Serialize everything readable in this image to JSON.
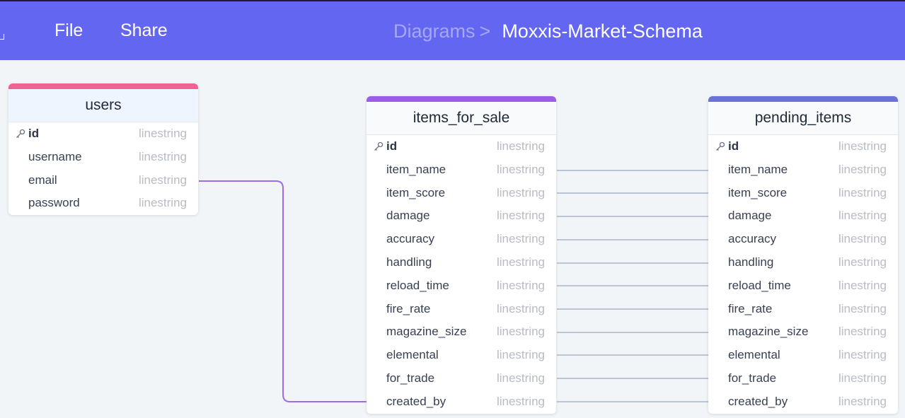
{
  "app": {
    "menu": [
      {
        "label": "File",
        "icon": "file-menu"
      },
      {
        "label": "Share",
        "icon": "share-menu"
      }
    ],
    "breadcrumb": {
      "parent": "Diagrams",
      "separator": ">",
      "current": "Moxxis-Market-Schema"
    }
  },
  "colors": {
    "topbar": "#6366f1",
    "users_accent": "#f06292",
    "items_for_sale_accent": "#9b5de5",
    "pending_items_accent": "#6b72d6",
    "relation_purple": "#9b6ee8",
    "relation_gray": "#9ca8c2"
  },
  "tables": [
    {
      "name": "users",
      "columns": [
        {
          "name": "id",
          "type": "linestring",
          "pk": true
        },
        {
          "name": "username",
          "type": "linestring"
        },
        {
          "name": "email",
          "type": "linestring"
        },
        {
          "name": "password",
          "type": "linestring"
        }
      ]
    },
    {
      "name": "items_for_sale",
      "columns": [
        {
          "name": "id",
          "type": "linestring",
          "pk": true
        },
        {
          "name": "item_name",
          "type": "linestring"
        },
        {
          "name": "item_score",
          "type": "linestring"
        },
        {
          "name": "damage",
          "type": "linestring"
        },
        {
          "name": "accuracy",
          "type": "linestring"
        },
        {
          "name": "handling",
          "type": "linestring"
        },
        {
          "name": "reload_time",
          "type": "linestring"
        },
        {
          "name": "fire_rate",
          "type": "linestring"
        },
        {
          "name": "magazine_size",
          "type": "linestring"
        },
        {
          "name": "elemental",
          "type": "linestring"
        },
        {
          "name": "for_trade",
          "type": "linestring"
        },
        {
          "name": "created_by",
          "type": "linestring"
        }
      ]
    },
    {
      "name": "pending_items",
      "columns": [
        {
          "name": "id",
          "type": "linestring",
          "pk": true
        },
        {
          "name": "item_name",
          "type": "linestring"
        },
        {
          "name": "item_score",
          "type": "linestring"
        },
        {
          "name": "damage",
          "type": "linestring"
        },
        {
          "name": "accuracy",
          "type": "linestring"
        },
        {
          "name": "handling",
          "type": "linestring"
        },
        {
          "name": "reload_time",
          "type": "linestring"
        },
        {
          "name": "fire_rate",
          "type": "linestring"
        },
        {
          "name": "magazine_size",
          "type": "linestring"
        },
        {
          "name": "elemental",
          "type": "linestring"
        },
        {
          "name": "for_trade",
          "type": "linestring"
        },
        {
          "name": "created_by",
          "type": "linestring"
        }
      ]
    }
  ],
  "relations": [
    {
      "from": "users.email",
      "to": "items_for_sale.created_by"
    },
    {
      "from": "items_for_sale.item_name",
      "to": "pending_items.item_name"
    },
    {
      "from": "items_for_sale.item_score",
      "to": "pending_items.item_score"
    },
    {
      "from": "items_for_sale.damage",
      "to": "pending_items.damage"
    },
    {
      "from": "items_for_sale.accuracy",
      "to": "pending_items.accuracy"
    },
    {
      "from": "items_for_sale.handling",
      "to": "pending_items.handling"
    },
    {
      "from": "items_for_sale.reload_time",
      "to": "pending_items.reload_time"
    },
    {
      "from": "items_for_sale.fire_rate",
      "to": "pending_items.fire_rate"
    },
    {
      "from": "items_for_sale.magazine_size",
      "to": "pending_items.magazine_size"
    },
    {
      "from": "items_for_sale.elemental",
      "to": "pending_items.elemental"
    },
    {
      "from": "items_for_sale.for_trade",
      "to": "pending_items.for_trade"
    },
    {
      "from": "items_for_sale.created_by",
      "to": "pending_items.created_by"
    }
  ]
}
